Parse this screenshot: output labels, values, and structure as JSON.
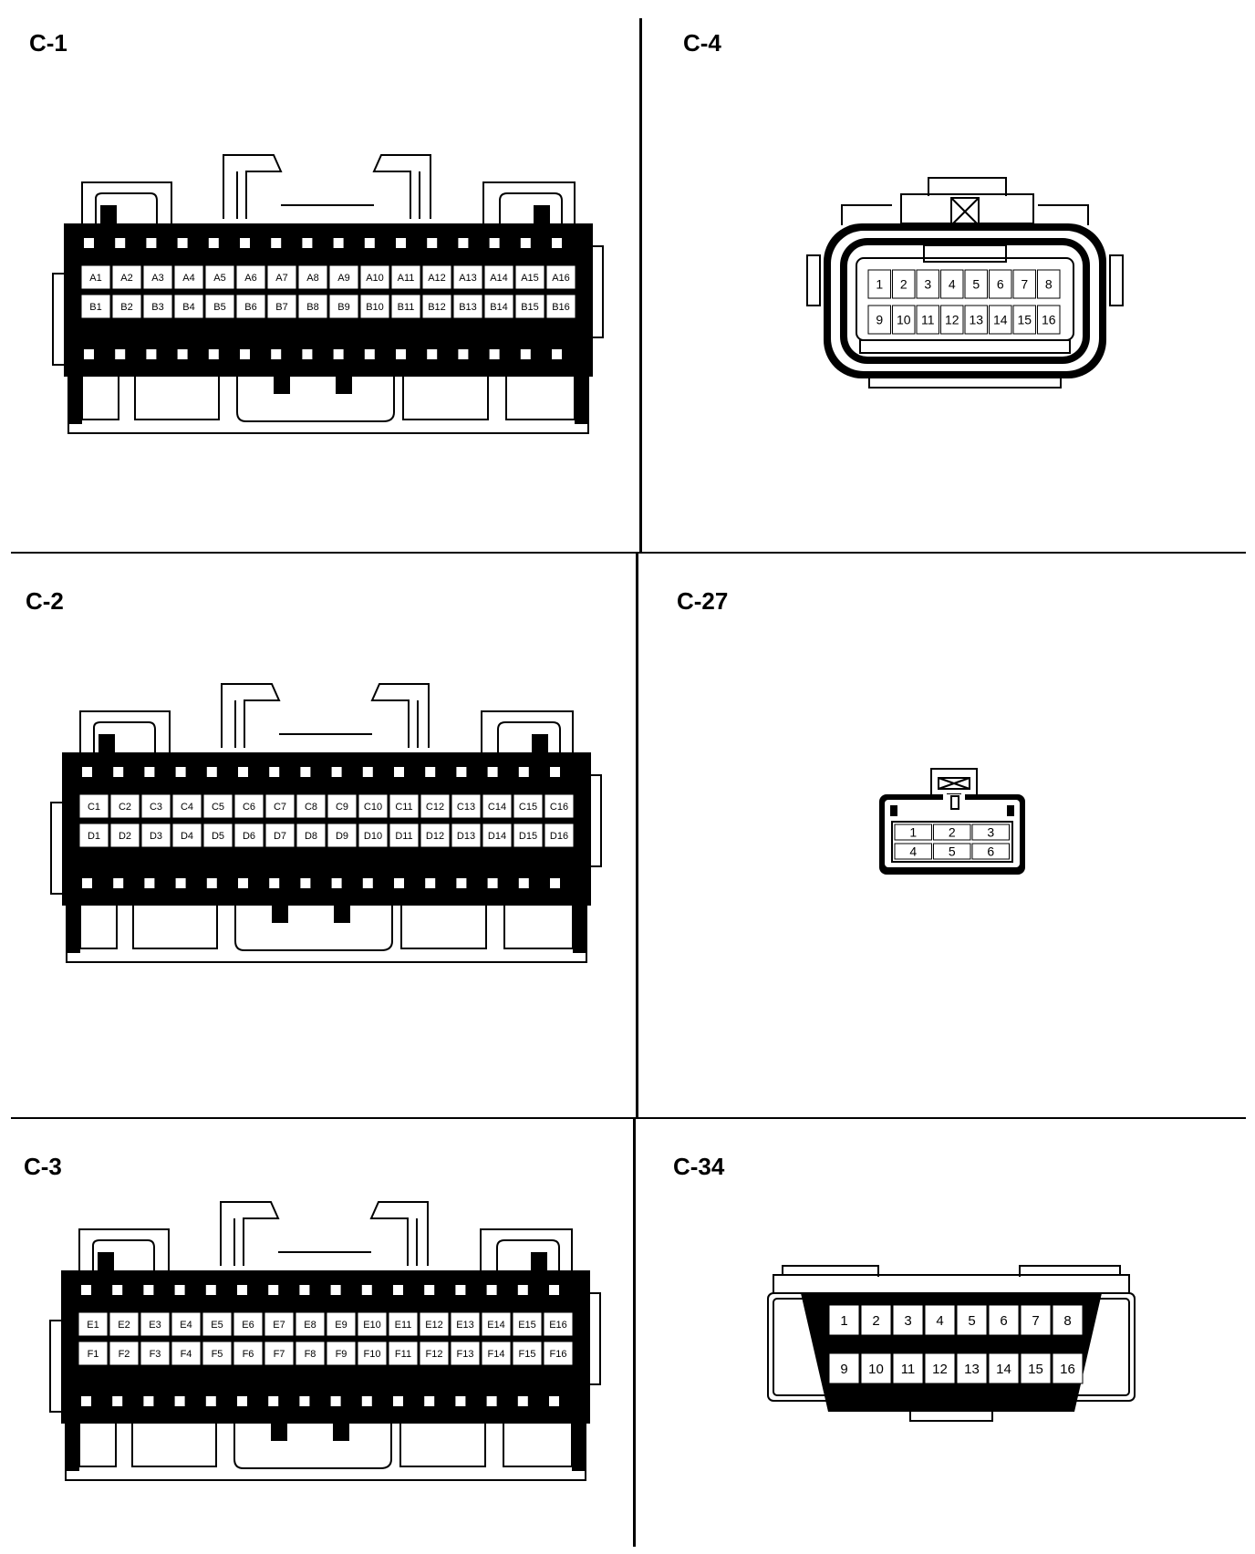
{
  "connectors": [
    {
      "id": "c1",
      "title": "C-1",
      "rows": [
        [
          "A1",
          "A2",
          "A3",
          "A4",
          "A5",
          "A6",
          "A7",
          "A8",
          "A9",
          "A10",
          "A11",
          "A12",
          "A13",
          "A14",
          "A15",
          "A16"
        ],
        [
          "B1",
          "B2",
          "B3",
          "B4",
          "B5",
          "B6",
          "B7",
          "B8",
          "B9",
          "B10",
          "B11",
          "B12",
          "B13",
          "B14",
          "B15",
          "B16"
        ]
      ]
    },
    {
      "id": "c2",
      "title": "C-2",
      "rows": [
        [
          "C1",
          "C2",
          "C3",
          "C4",
          "C5",
          "C6",
          "C7",
          "C8",
          "C9",
          "C10",
          "C11",
          "C12",
          "C13",
          "C14",
          "C15",
          "C16"
        ],
        [
          "D1",
          "D2",
          "D3",
          "D4",
          "D5",
          "D6",
          "D7",
          "D8",
          "D9",
          "D10",
          "D11",
          "D12",
          "D13",
          "D14",
          "D15",
          "D16"
        ]
      ]
    },
    {
      "id": "c3",
      "title": "C-3",
      "rows": [
        [
          "E1",
          "E2",
          "E3",
          "E4",
          "E5",
          "E6",
          "E7",
          "E8",
          "E9",
          "E10",
          "E11",
          "E12",
          "E13",
          "E14",
          "E15",
          "E16"
        ],
        [
          "F1",
          "F2",
          "F3",
          "F4",
          "F5",
          "F6",
          "F7",
          "F8",
          "F9",
          "F10",
          "F11",
          "F12",
          "F13",
          "F14",
          "F15",
          "F16"
        ]
      ]
    },
    {
      "id": "c4",
      "title": "C-4",
      "rows": [
        [
          "1",
          "2",
          "3",
          "4",
          "5",
          "6",
          "7",
          "8"
        ],
        [
          "9",
          "10",
          "11",
          "12",
          "13",
          "14",
          "15",
          "16"
        ]
      ]
    },
    {
      "id": "c27",
      "title": "C-27",
      "rows": [
        [
          "1",
          "2",
          "3"
        ],
        [
          "4",
          "5",
          "6"
        ]
      ]
    },
    {
      "id": "c34",
      "title": "C-34",
      "rows": [
        [
          "1",
          "2",
          "3",
          "4",
          "5",
          "6",
          "7",
          "8"
        ],
        [
          "9",
          "10",
          "11",
          "12",
          "13",
          "14",
          "15",
          "16"
        ]
      ]
    }
  ]
}
